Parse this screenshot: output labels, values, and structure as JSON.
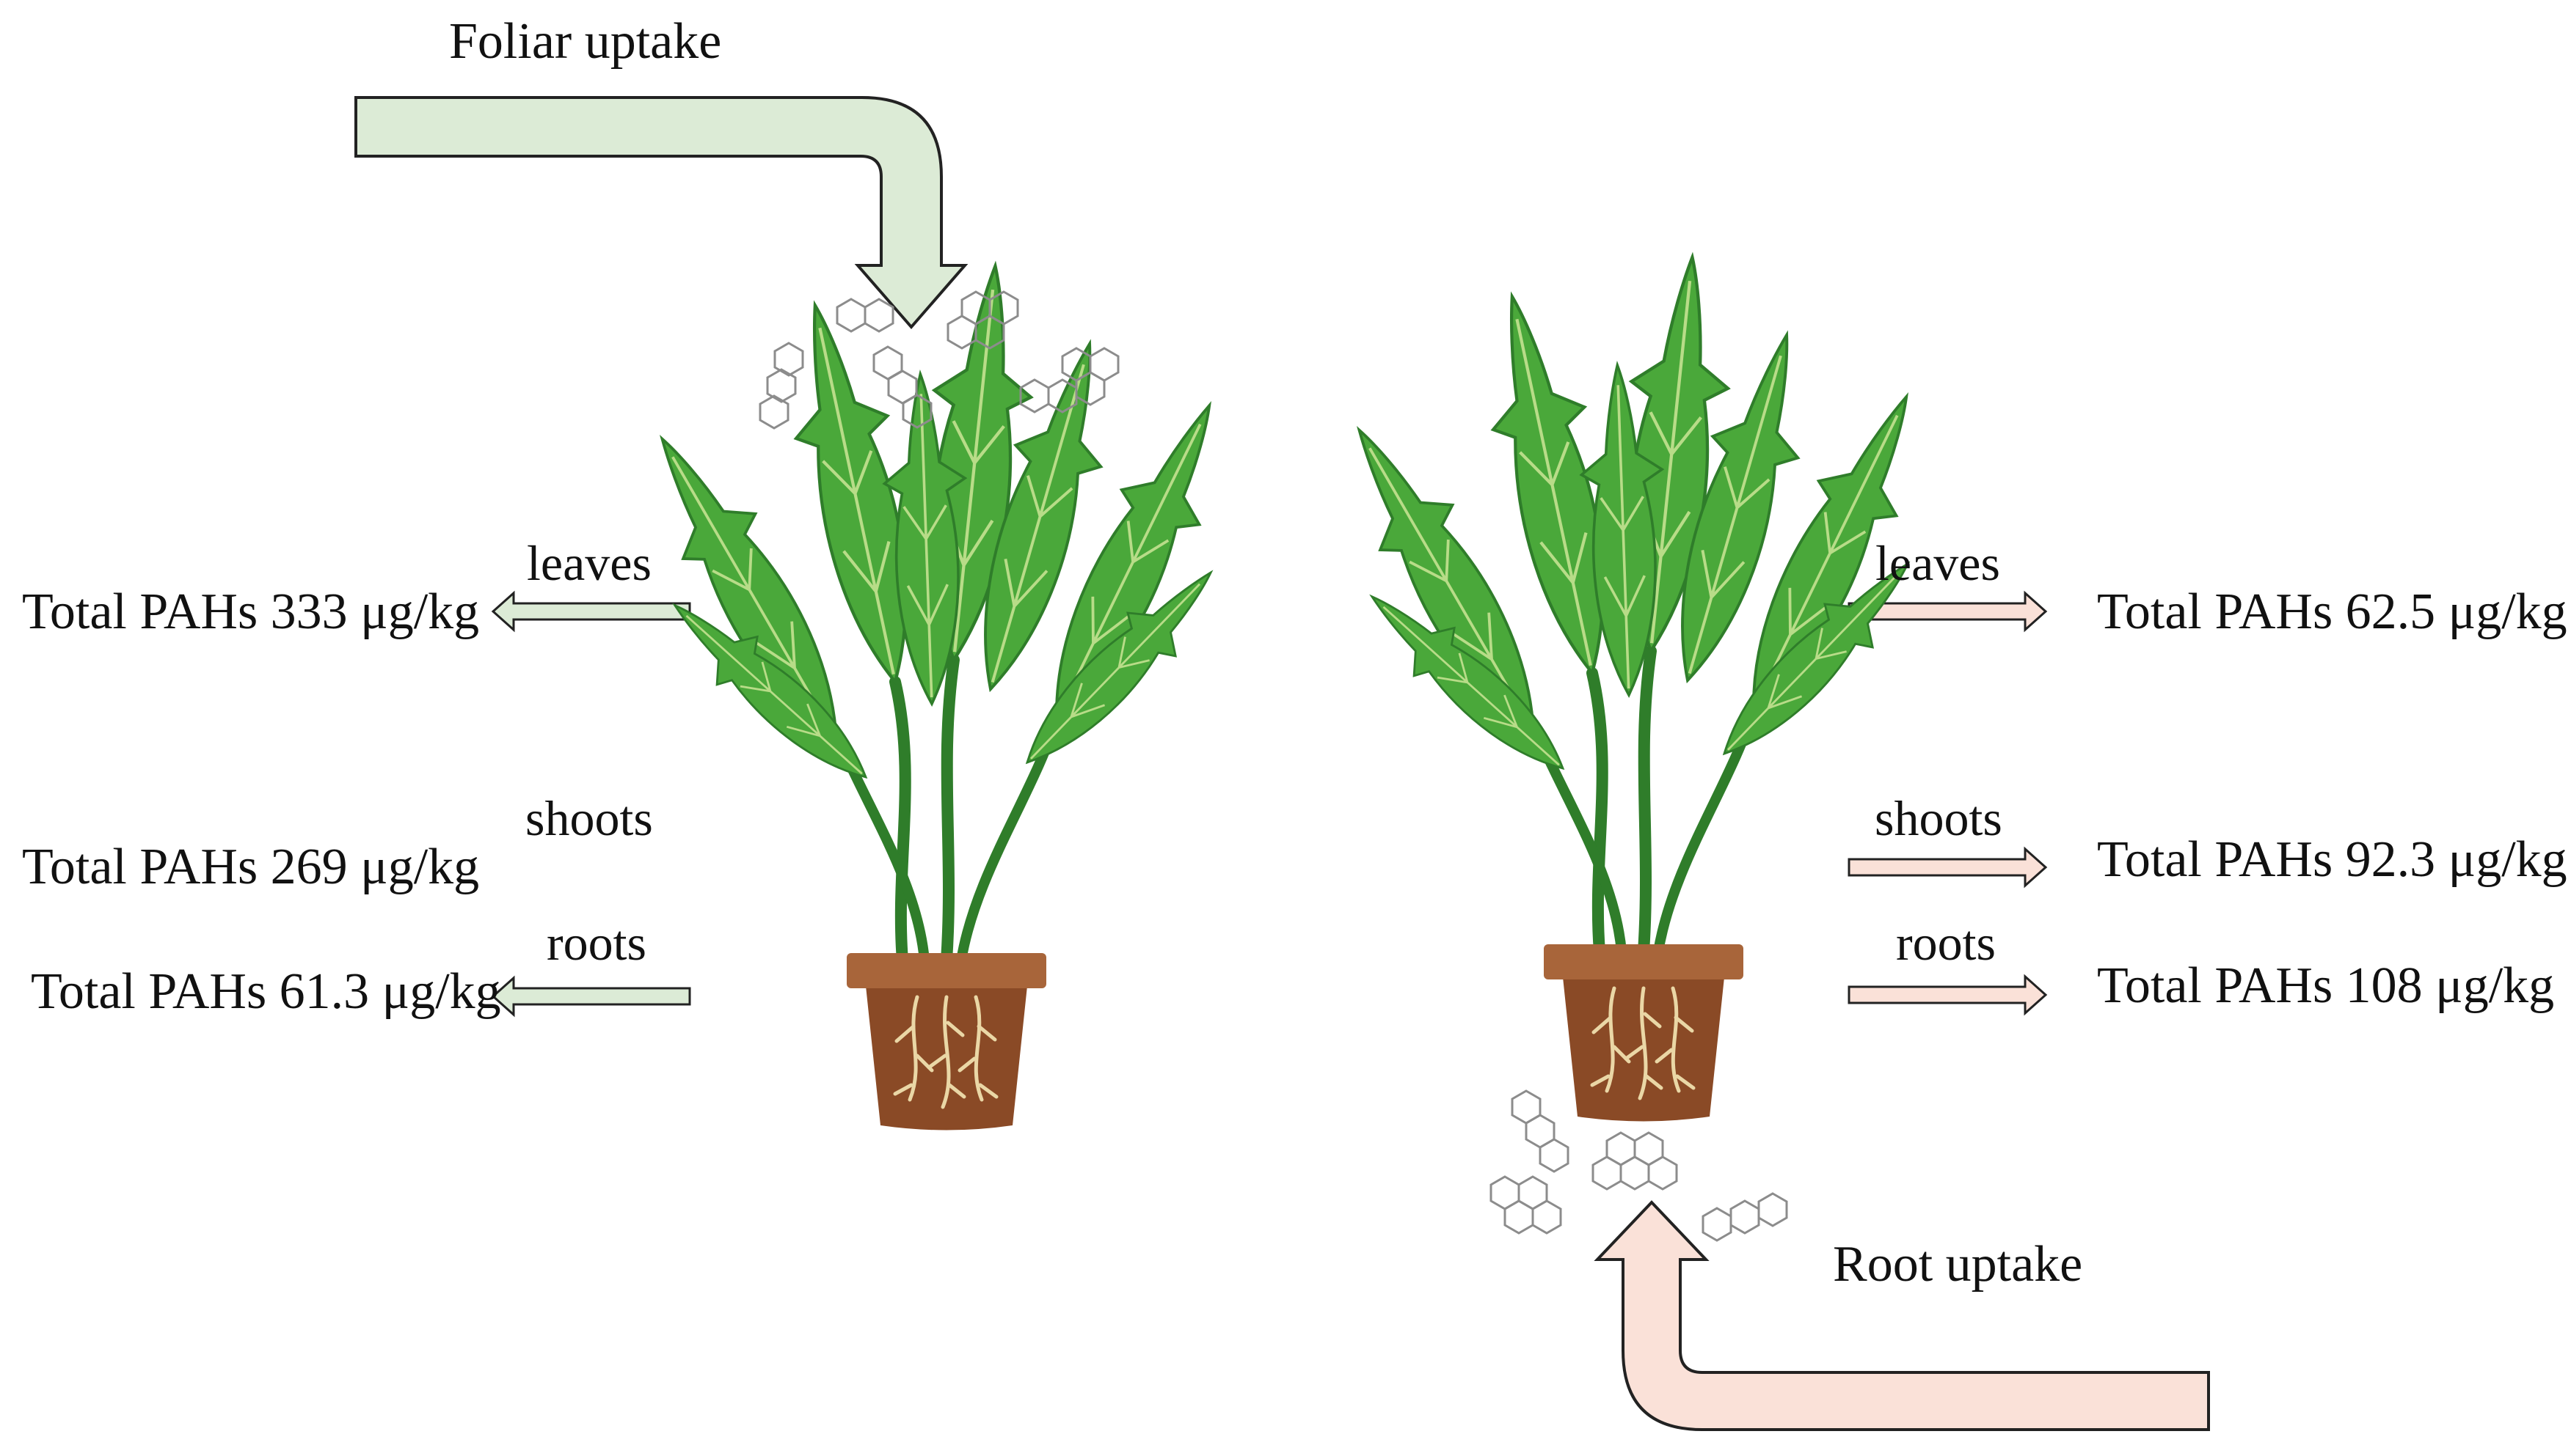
{
  "colors": {
    "foliar_arrow_fill": "#dcebd6",
    "root_arrow_fill": "#fae1d8",
    "leaf": "#4aa83a",
    "leaf_dark": "#2f7d2a",
    "leaf_vein": "#b8dc88",
    "pot": "#8a4a26",
    "pot_rim": "#a8653a",
    "roots": "#ead7a6",
    "molecule": "#8c8c8c"
  },
  "foliar": {
    "title": "Foliar uptake",
    "leaves_label": "leaves",
    "leaves_value": "Total PAHs 333 μg/kg",
    "shoots_label": "shoots",
    "shoots_value": "Total PAHs 269 μg/kg",
    "roots_label": "roots",
    "roots_value": "Total PAHs 61.3 μg/kg"
  },
  "root": {
    "title": "Root uptake",
    "leaves_label": "leaves",
    "leaves_value": "Total PAHs 62.5 μg/kg",
    "shoots_label": "shoots",
    "shoots_value": "Total PAHs 92.3 μg/kg",
    "roots_label": "roots",
    "roots_value": "Total PAHs 108 μg/kg"
  }
}
